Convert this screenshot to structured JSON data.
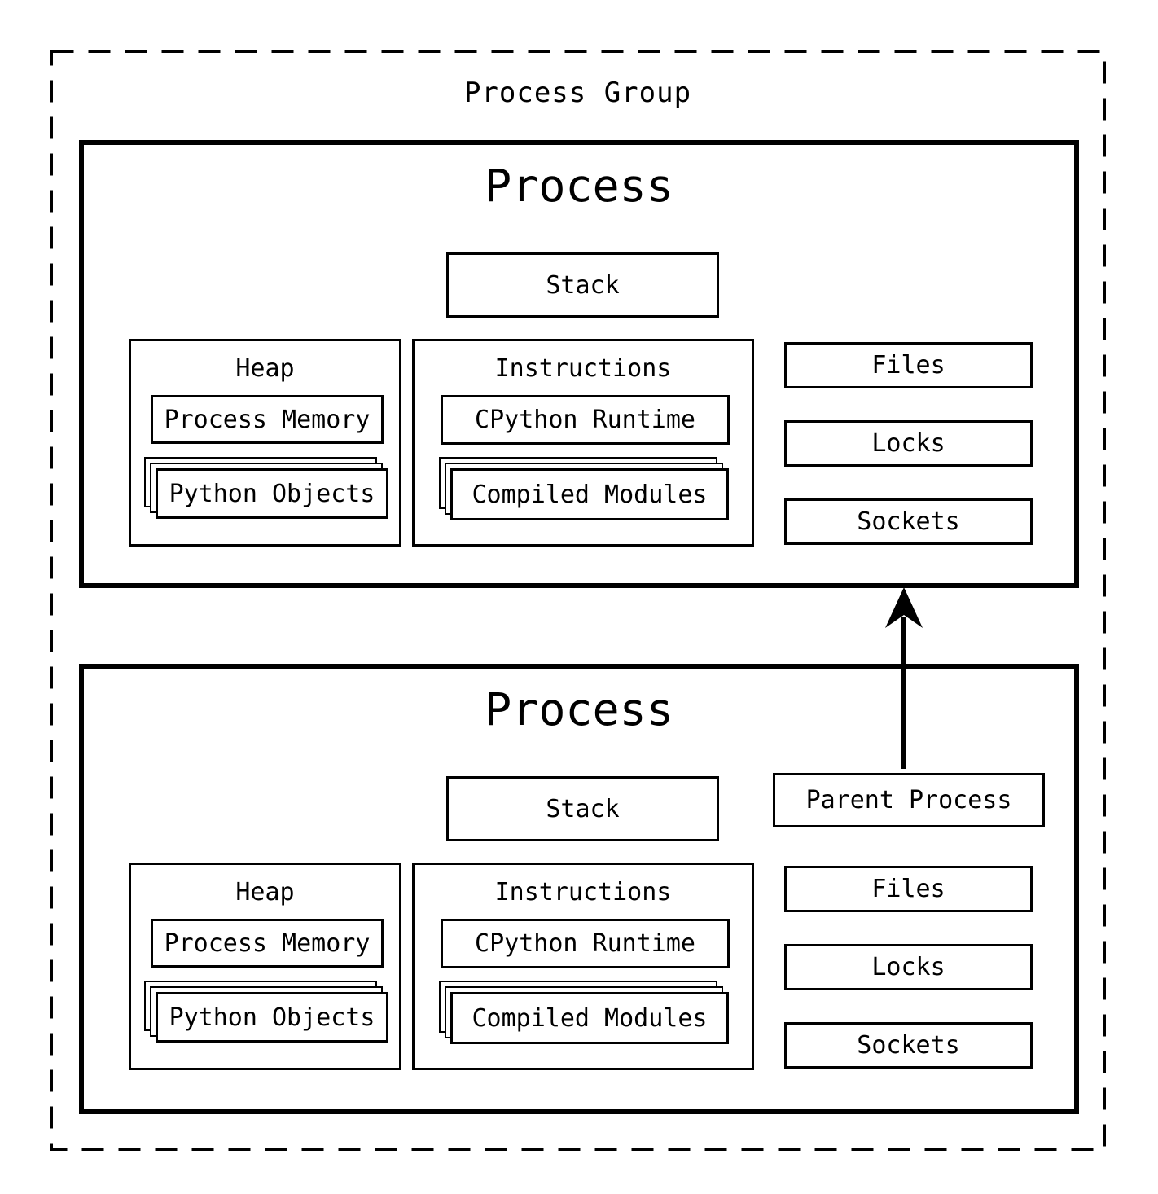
{
  "colors": {
    "line": "#000000",
    "background": "#ffffff"
  },
  "process_group": {
    "label": "Process Group"
  },
  "processes": [
    {
      "title": "Process",
      "stack_label": "Stack",
      "heap": {
        "label": "Heap",
        "memory_label": "Process Memory",
        "objects_label": "Python Objects"
      },
      "instructions": {
        "label": "Instructions",
        "runtime_label": "CPython Runtime",
        "modules_label": "Compiled Modules"
      },
      "resources": [
        "Files",
        "Locks",
        "Sockets"
      ]
    },
    {
      "title": "Process",
      "stack_label": "Stack",
      "parent_label": "Parent Process",
      "heap": {
        "label": "Heap",
        "memory_label": "Process Memory",
        "objects_label": "Python Objects"
      },
      "instructions": {
        "label": "Instructions",
        "runtime_label": "CPython Runtime",
        "modules_label": "Compiled Modules"
      },
      "resources": [
        "Files",
        "Locks",
        "Sockets"
      ]
    }
  ]
}
